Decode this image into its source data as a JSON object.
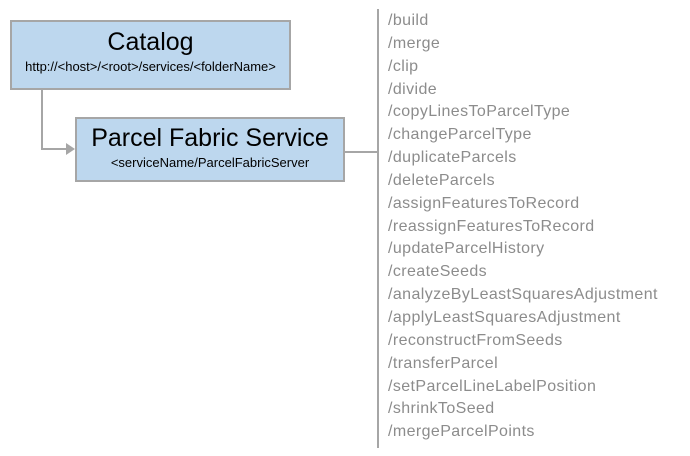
{
  "catalog": {
    "title": "Catalog",
    "url": "http://<host>/<root>/services/<folderName>"
  },
  "service": {
    "title": "Parcel Fabric Service",
    "subtitle": "<serviceName/ParcelFabricServer"
  },
  "operations": [
    "/build",
    "/merge",
    "/clip",
    "/divide",
    "/copyLinesToParcelType",
    "/changeParcelType",
    "/duplicateParcels",
    "/deleteParcels",
    "/assignFeaturesToRecord",
    "/reassignFeaturesToRecord",
    "/updateParcelHistory",
    "/createSeeds",
    "/analyzeByLeastSquaresAdjustment",
    "/applyLeastSquaresAdjustment",
    "/reconstructFromSeeds",
    "/transferParcel",
    "/setParcelLineLabelPosition",
    "/shrinkToSeed",
    "/mergeParcelPoints"
  ],
  "colors": {
    "box_fill": "#bdd7ee",
    "box_border": "#a6a6a6",
    "connector": "#a6a6a6",
    "op_text": "#8c8c8c",
    "title_text": "#000000"
  }
}
